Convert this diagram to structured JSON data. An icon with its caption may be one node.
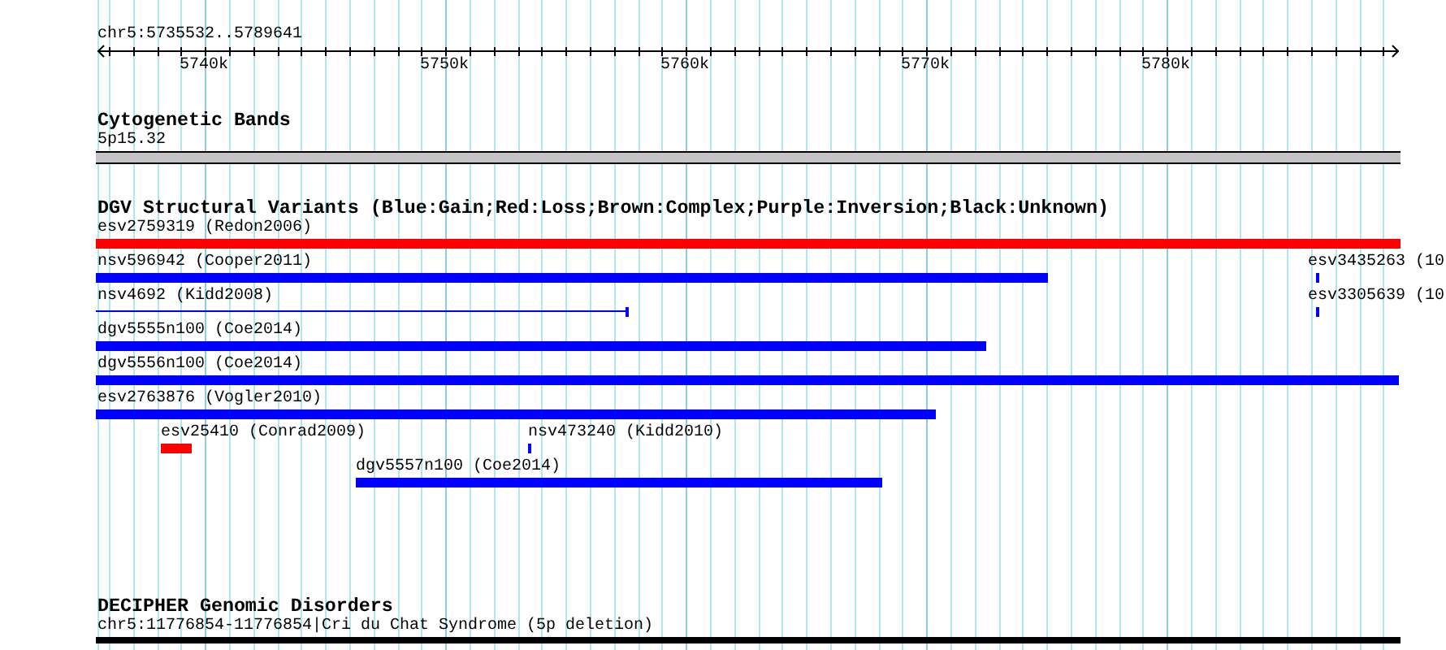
{
  "diagram": {
    "nodes": [
      {
        "text": [
          "5p15.32"
        ]
      },
      {
        "text": [
          "esv2759319 (Redon2006)"
        ]
      },
      {
        "text": [
          "nsv596942 (Cooper2011)"
        ]
      },
      {
        "text": [
          "esv3435263 (10"
        ]
      },
      {
        "text": [
          "nsv4692 (Kidd2008)"
        ]
      },
      {
        "text": [
          "esv3305639 (10"
        ]
      },
      {
        "text": [
          "dgv5555n100 (Coe2014)"
        ]
      },
      {
        "text": [
          "dgv5556n100 (Coe2014)"
        ]
      },
      {
        "text": [
          "esv2763876 (Vogler2010)"
        ]
      },
      {
        "text": [
          "esv25410 (Conrad2009)"
        ]
      },
      {
        "text": [
          "nsv473240 (Kidd2010)"
        ]
      },
      {
        "text": [
          "dgv5557n100 (Coe2014)"
        ]
      },
      {
        "text": [
          "chr5:11776854-11776854|Cri du Chat Syndrome (5p deletion)"
        ]
      }
    ],
    "labels": [
      "chr5:5735532..5789641",
      "5740k",
      "5750k",
      "5760k",
      "5770k",
      "5780k",
      "Cytogenetic Bands",
      "DGV Structural Variants (Blue:Gain;Red:Loss;Brown:Complex;Purple:Inversion;Black:Unknown)",
      "DECIPHER Genomic Disorders"
    ]
  }
}
